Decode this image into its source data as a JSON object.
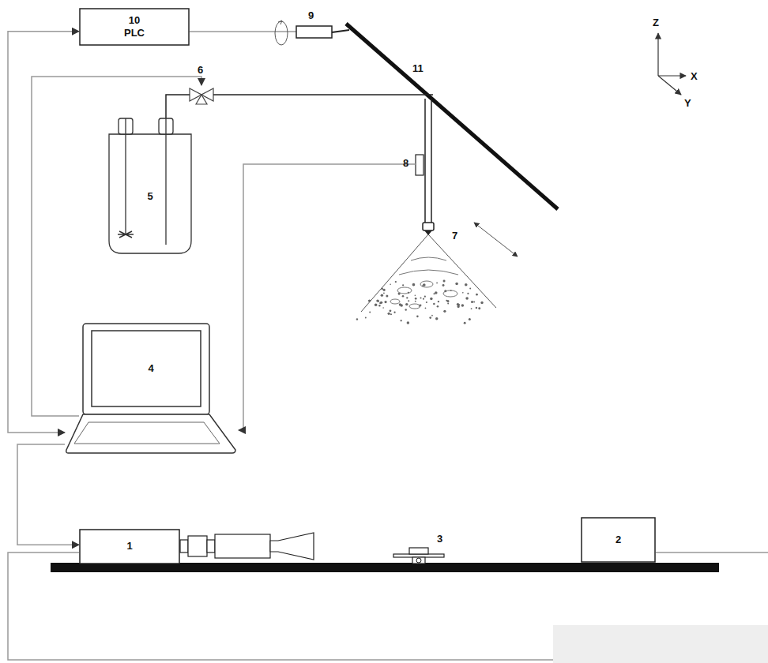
{
  "diagram": {
    "nodes": [
      {
        "text": [
          "10",
          "PLC"
        ]
      },
      {
        "text": [
          "5"
        ]
      },
      {
        "text": [
          "4"
        ]
      },
      {
        "text": [
          "1"
        ]
      },
      {
        "text": [
          "2"
        ]
      }
    ],
    "edges": [
      {
        "from": 2,
        "to": 0,
        "arrow": "both"
      },
      {
        "from": 2,
        "to": 3,
        "arrow": "to"
      }
    ],
    "labels": [
      "9",
      "11",
      "6",
      "8",
      "7",
      "3",
      "Z",
      "X",
      "Y"
    ]
  }
}
